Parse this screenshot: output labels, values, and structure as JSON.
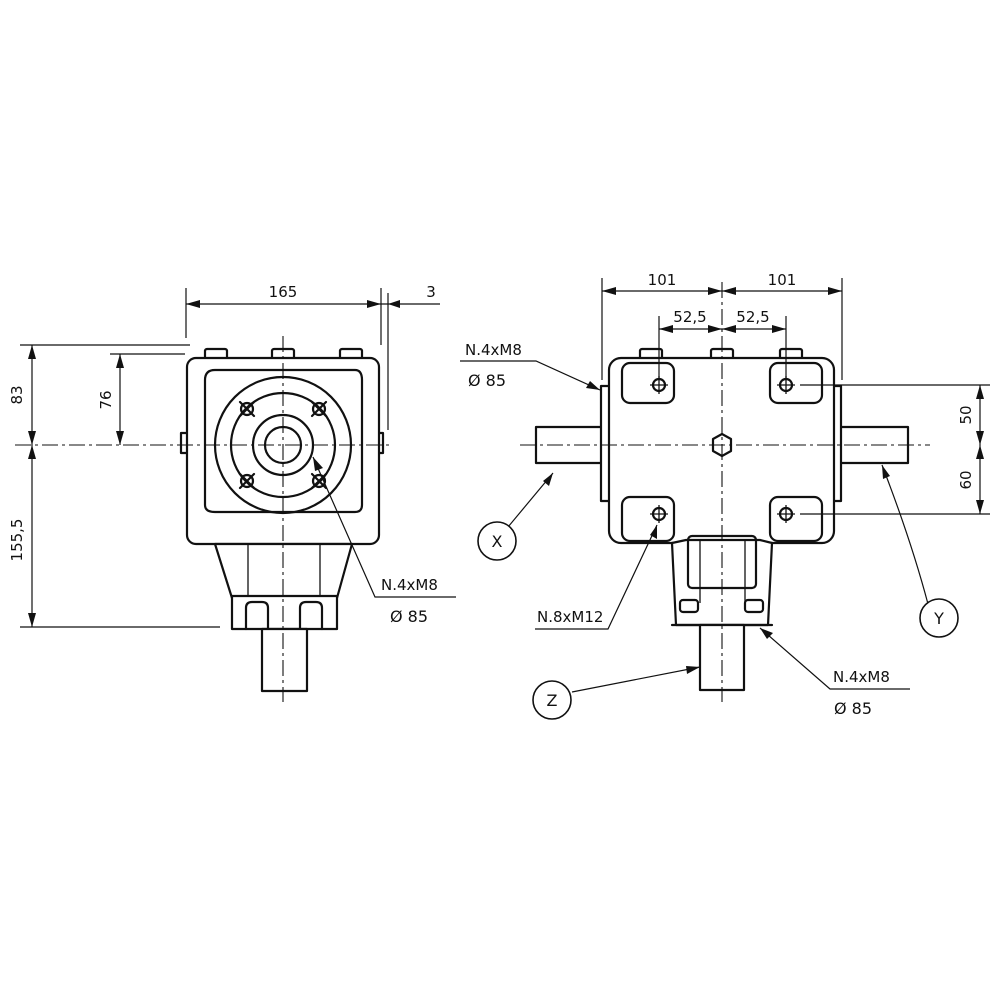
{
  "views": {
    "side": {
      "dims": {
        "width": "165",
        "offset": "3",
        "height_top": "83",
        "height_upper": "76",
        "height_lower": "155,5"
      },
      "callout": {
        "bolt": "N.4xM8",
        "diameter": "Ø 85"
      }
    },
    "front": {
      "dims": {
        "half_left": "101",
        "half_right": "101",
        "bolt_left": "52,5",
        "bolt_right": "52,5",
        "vert_upper": "50",
        "vert_lower": "60"
      },
      "callout_top": {
        "bolt": "N.4xM8",
        "diameter": "Ø 85"
      },
      "callout_bottom": {
        "bolt": "N.4xM8",
        "diameter": "Ø 85"
      },
      "callout_mid": {
        "bolt": "N.8xM12"
      },
      "labels": {
        "x": "X",
        "y": "Y",
        "z": "Z"
      }
    }
  }
}
